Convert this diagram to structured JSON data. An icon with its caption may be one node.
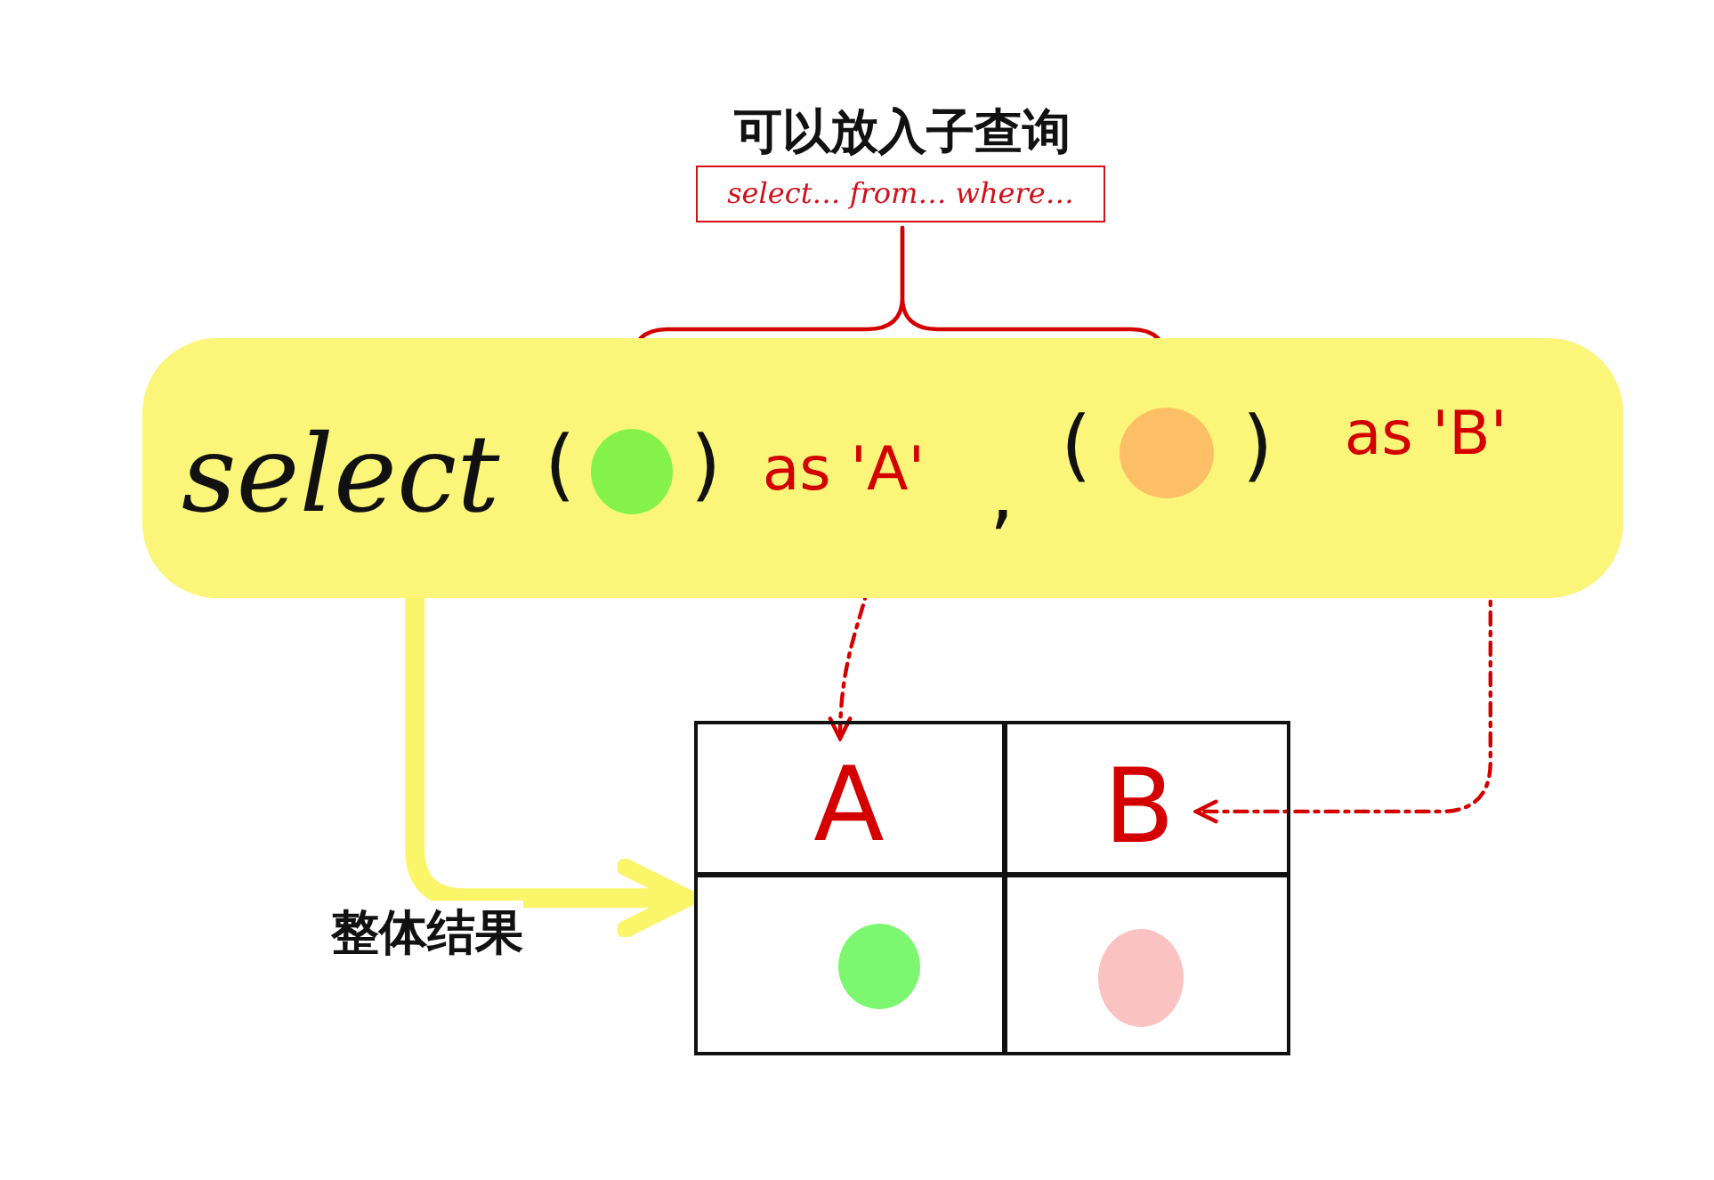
{
  "diagram": {
    "nodes": [
      {
        "text": [
          "可以放入子查询",
          "select… from… where…"
        ]
      },
      {
        "text": [
          "select"
        ]
      },
      {
        "text": [],
        "shape": "circle",
        "in": 1
      },
      {
        "text": [
          "as 'A'"
        ],
        "in": 1
      },
      {
        "text": [],
        "shape": "circle",
        "in": 1
      },
      {
        "text": [
          "as 'B'"
        ],
        "in": 1
      },
      {
        "text": [],
        "shape": "box"
      },
      {
        "text": [
          "A"
        ],
        "in": 6
      },
      {
        "text": [
          "B"
        ],
        "in": 6
      },
      {
        "text": [],
        "shape": "circle",
        "in": 6
      },
      {
        "text": [],
        "shape": "circle",
        "in": 6
      }
    ],
    "edges": [
      {
        "from": 0,
        "to": 2,
        "arrow": "to"
      },
      {
        "from": 0,
        "to": 4,
        "arrow": "to"
      },
      {
        "from": 3,
        "to": 7,
        "arrow": "to",
        "style": "dashed"
      },
      {
        "from": 5,
        "to": 8,
        "arrow": "to",
        "style": "dashed"
      },
      {
        "from": 1,
        "to": 6,
        "arrow": "to",
        "style": "thick",
        "color": "#fbf56a",
        "label": "整体结果"
      }
    ],
    "labels": [
      "(",
      ")",
      ",",
      "(",
      ")"
    ]
  }
}
